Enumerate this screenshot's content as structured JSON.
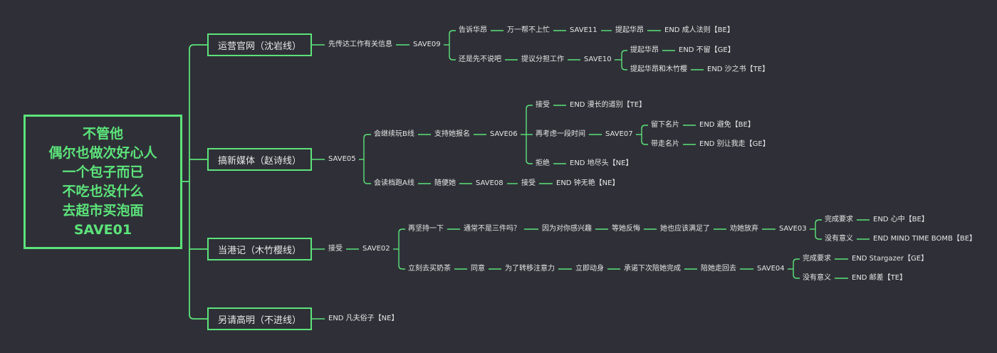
{
  "root": {
    "lines": [
      "不管他",
      "偶尔也做次好心人",
      "一个包子而已",
      "不吃也没什么",
      "去超市买泡面",
      "SAVE01"
    ]
  },
  "branches": {
    "b1": "运营官网（沈岩线）",
    "b2": "搞新媒体（赵诗线）",
    "b3": "当港记（木竹樱线）",
    "b4": "另请高明（不进线）"
  },
  "nodes": {
    "b1_1": "先传达工作有关信息",
    "b1_2": "SAVE09",
    "b1_a1": "告诉华昂",
    "b1_a2": "万一帮不上忙",
    "b1_a3": "SAVE11",
    "b1_a4": "提起华昂",
    "b1_a5": "END 成人法则【BE】",
    "b1_b1": "还是先不说吧",
    "b1_b2": "提议分担工作",
    "b1_b3": "SAVE10",
    "b1_b4a": "提起华昂",
    "b1_b5a": "END 不留【GE】",
    "b1_b4b": "提起华昂和木竹樱",
    "b1_b5b": "END 沙之书【TE】",
    "b2_1": "SAVE05",
    "b2_a1": "会继续玩B线",
    "b2_a2": "支持她报名",
    "b2_a3": "SAVE06",
    "b2_a4a": "接受",
    "b2_a5a": "END 漫长的道别【TE】",
    "b2_a4b": "再考虑一段时间",
    "b2_a5b": "SAVE07",
    "b2_a6a": "留下名片",
    "b2_a7a": "END 避免【BE】",
    "b2_a6b": "带走名片",
    "b2_a7b": "END 别让我走【GE】",
    "b2_a4c": "拒绝",
    "b2_a5c": "END 地尽头【NE】",
    "b2_b1": "会读档跑A线",
    "b2_b2": "随便她",
    "b2_b3": "SAVE08",
    "b2_b4": "接受",
    "b2_b5": "END 钟无艳【NE】",
    "b3_1": "接受",
    "b3_2": "SAVE02",
    "b3_a1": "再坚持一下",
    "b3_a2": "通常不是三件吗？",
    "b3_a3": "因为对你感兴趣",
    "b3_a4": "等她反悔",
    "b3_a5": "她也应该满足了",
    "b3_a6": "劝她放弃",
    "b3_a7": "SAVE03",
    "b3_a8a": "完成要求",
    "b3_a9a": "END 心中【BE】",
    "b3_a8b": "没有意义",
    "b3_a9b": "END MIND TIME BOMB【BE】",
    "b3_b1": "立刻去买奶茶",
    "b3_b2": "同意",
    "b3_b3": "为了转移注意力",
    "b3_b4": "立即动身",
    "b3_b5": "承诺下次陪她完成",
    "b3_b6": "陪她走回去",
    "b3_b7": "SAVE04",
    "b3_b8a": "完成要求",
    "b3_b9a": "END Stargazer【GE】",
    "b3_b8b": "没有意义",
    "b3_b9b": "END 邮差【TE】",
    "b4_1": "END 凡夫俗子【NE】"
  },
  "colors": {
    "line": "#5ce37a",
    "background": "#2f3037",
    "text": "#e6e6e6"
  }
}
